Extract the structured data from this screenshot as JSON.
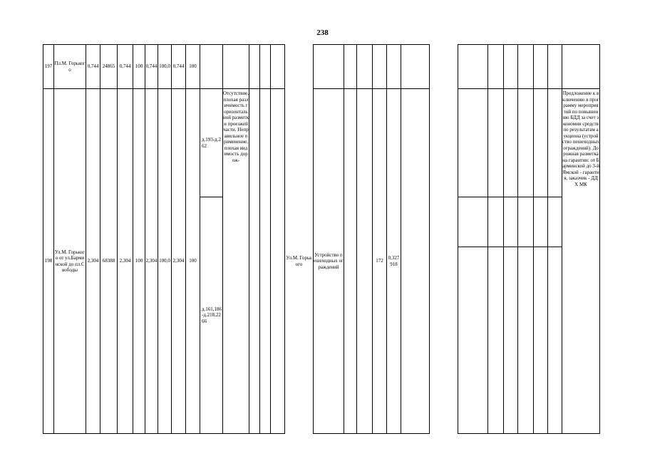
{
  "page_number": "238",
  "row197": {
    "num": "197",
    "place": "Пл.М. Горького",
    "c1": "0,744",
    "c2": "24865",
    "c3": "0,744",
    "c4": "100",
    "c5": "0,744",
    "c6": "100,0",
    "c7": "0,744",
    "c8": "100"
  },
  "row198": {
    "num": "198",
    "street": "Ул.М. Горького от ул.Барминской до пл.Свободы",
    "c1": "2,304",
    "c2": "68388",
    "c3": "2,304",
    "c4": "100",
    "c5": "2,304",
    "c6": "100,0",
    "c7": "2,304",
    "c8": "100",
    "section1": "д.193-д.262",
    "section2": "д.161,186-д.218,2266",
    "defect": "Отсутствие, плохая различимость горизонтальной разметки проезжей части. Неправильное применение, плохая видимость дорож-",
    "street2": "Ул.М. Горького",
    "measure": "Устройство пешеходных ограждений",
    "qty": "172",
    "cost": "0,327918",
    "proposal": "Предложение к включению в программу мероприятий по повышению БДД за счет экономии средств по результатам аукциона (устройство пешеходных ограждений). Дорожная разметка на гарантии: от Барминской до 3-й Ямской - гарантия, заказчик - ДДХ МК"
  }
}
